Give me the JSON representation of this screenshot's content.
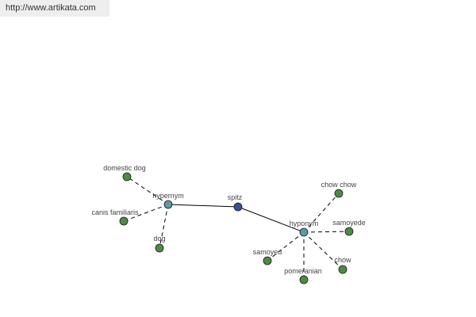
{
  "header": {
    "url": "http://www.artikata.com"
  },
  "colors": {
    "center_node": "#3a4f9a",
    "hub_node": "#5a9aa0",
    "leaf_node": "#4f8a45",
    "edge": "#000000"
  },
  "graph": {
    "center": {
      "id": "spitz",
      "label": "spitz"
    },
    "hubs": [
      {
        "id": "hypernym",
        "label": "hypernym"
      },
      {
        "id": "hyponym",
        "label": "hyponym"
      }
    ],
    "leaves": [
      {
        "id": "domestic-dog",
        "label": "domestic dog",
        "hub": "hypernym"
      },
      {
        "id": "canis-familiaris",
        "label": "canis familiaris",
        "hub": "hypernym"
      },
      {
        "id": "dog",
        "label": "dog",
        "hub": "hypernym"
      },
      {
        "id": "chow-chow",
        "label": "chow chow",
        "hub": "hyponym"
      },
      {
        "id": "samoyede",
        "label": "samoyede",
        "hub": "hyponym"
      },
      {
        "id": "chow",
        "label": "chow",
        "hub": "hyponym"
      },
      {
        "id": "pomeranian",
        "label": "pomeranian",
        "hub": "hyponym"
      },
      {
        "id": "samoyed",
        "label": "samoyed",
        "hub": "hyponym"
      }
    ]
  }
}
